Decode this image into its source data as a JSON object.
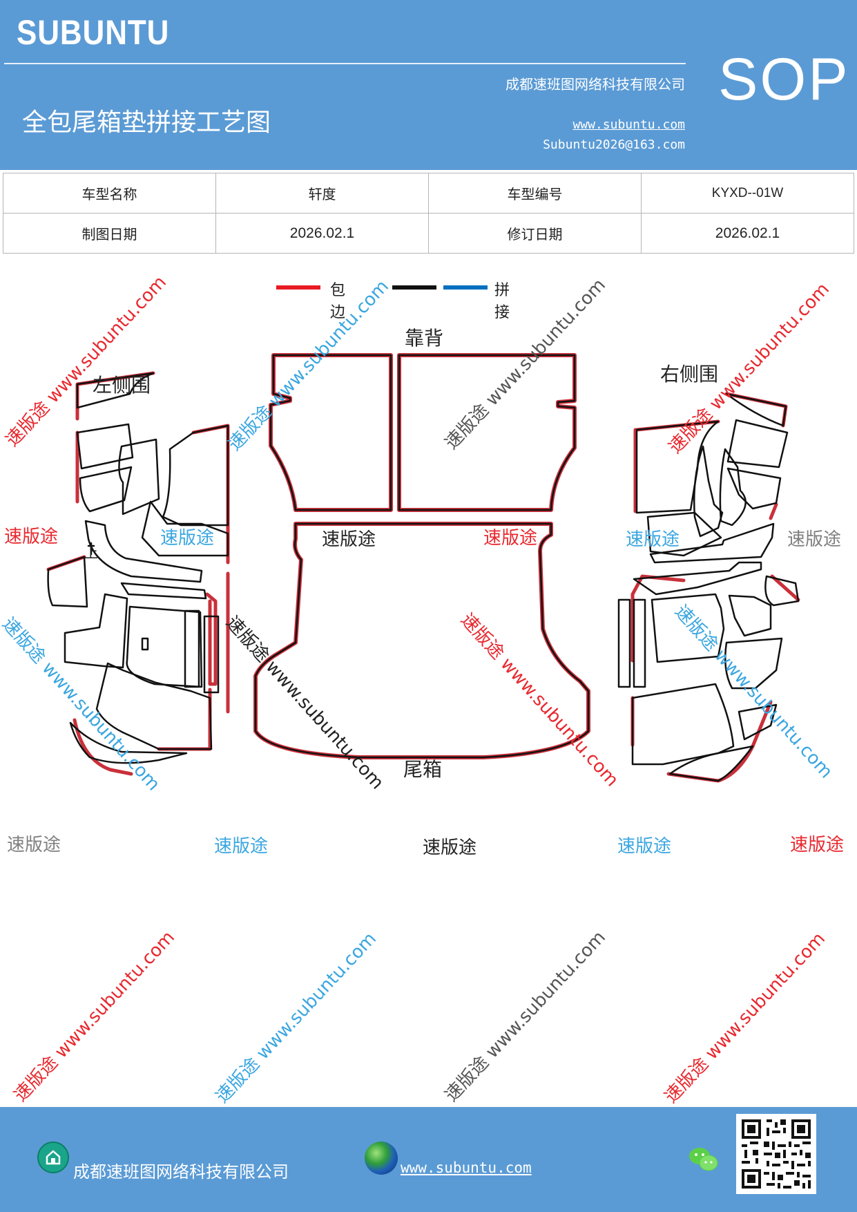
{
  "header": {
    "brand": "SUBUNTU",
    "company": "成都速班图网络科技有限公司",
    "title": "全包尾箱垫拼接工艺图",
    "website": "www.subuntu.com",
    "email": "Subuntu2026@163.com",
    "doc_type": "SOP"
  },
  "info_table": {
    "rows": [
      [
        "车型名称",
        "轩度",
        "车型编号",
        "KYXD--01W"
      ],
      [
        "制图日期",
        "2026.02.1",
        "修订日期",
        "2026.02.1"
      ]
    ]
  },
  "legend": {
    "items": [
      {
        "label": "包边",
        "color": "#e81b23"
      },
      {
        "label": "",
        "color": "#111111"
      },
      {
        "label": "拼接",
        "color": "#0070c0"
      }
    ]
  },
  "diagram": {
    "labels": {
      "backrest": "靠背",
      "left_side": "左侧围",
      "right_side": "右侧围",
      "trunk": "尾箱",
      "up_mark": "上"
    },
    "colors": {
      "edge": "#c9303a",
      "seam": "#111111"
    }
  },
  "watermarks": {
    "brand": "速版途",
    "diagonal": "速版途 www.subuntu.com",
    "colors": {
      "red": "#e8282e",
      "blue": "#3aa6e0",
      "gray": "#7f7f7f",
      "black": "#222222"
    }
  },
  "footer": {
    "company": "成都速班图网络科技有限公司",
    "website": "www.subuntu.com"
  }
}
